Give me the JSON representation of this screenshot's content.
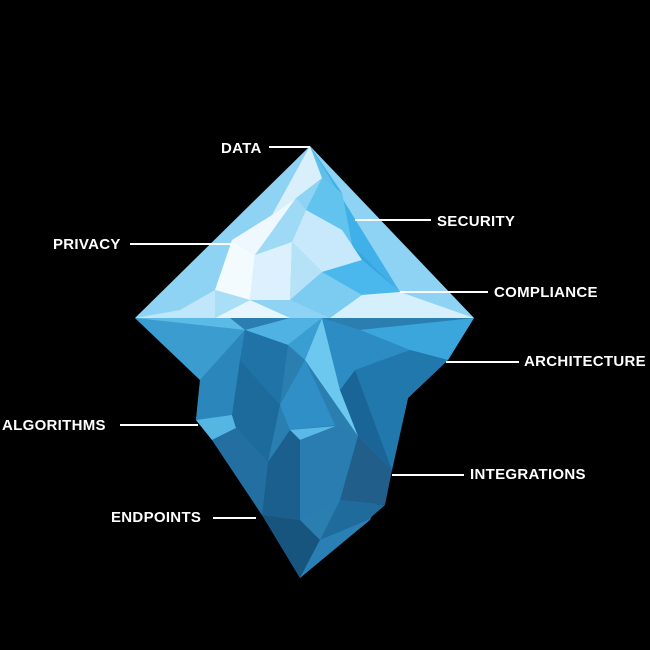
{
  "labels": {
    "data": "DATA",
    "security": "SECURITY",
    "privacy": "PRIVACY",
    "compliance": "COMPLIANCE",
    "architecture": "ARCHITECTURE",
    "algorithms": "ALGORITHMS",
    "integrations": "INTEGRATIONS",
    "endpoints": "ENDPOINTS"
  },
  "colors": {
    "background": "#000000",
    "text": "#ffffff",
    "ice_light": "#dff2fd",
    "ice_mid": "#5cc3f1",
    "ice_deep": "#1f6f9e"
  }
}
